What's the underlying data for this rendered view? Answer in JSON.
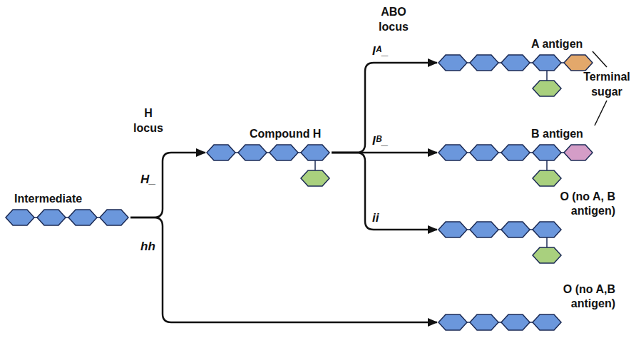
{
  "diagram": {
    "nodes": [
      {
        "text": [
          "Intermediate"
        ]
      },
      {
        "text": [
          "Compound H"
        ]
      },
      {
        "text": [
          "A antigen"
        ]
      },
      {
        "text": [
          "B antigen"
        ]
      },
      {
        "text": [
          "O (no A, B antigen)"
        ]
      },
      {
        "text": [
          "O (no A,B antigen)"
        ]
      }
    ],
    "edges": [
      {
        "from": 0,
        "to": 1,
        "arrow": "to",
        "label": "H_"
      },
      {
        "from": 0,
        "to": 5,
        "arrow": "to",
        "label": "hh"
      },
      {
        "from": 1,
        "to": 2,
        "arrow": "to",
        "label": "Iᴬ_"
      },
      {
        "from": 1,
        "to": 3,
        "arrow": "to",
        "label": "Iᴮ_"
      },
      {
        "from": 1,
        "to": 4,
        "arrow": "to",
        "label": "ii"
      }
    ],
    "labels": [
      "H locus",
      "ABO locus",
      "Terminal sugar"
    ]
  }
}
